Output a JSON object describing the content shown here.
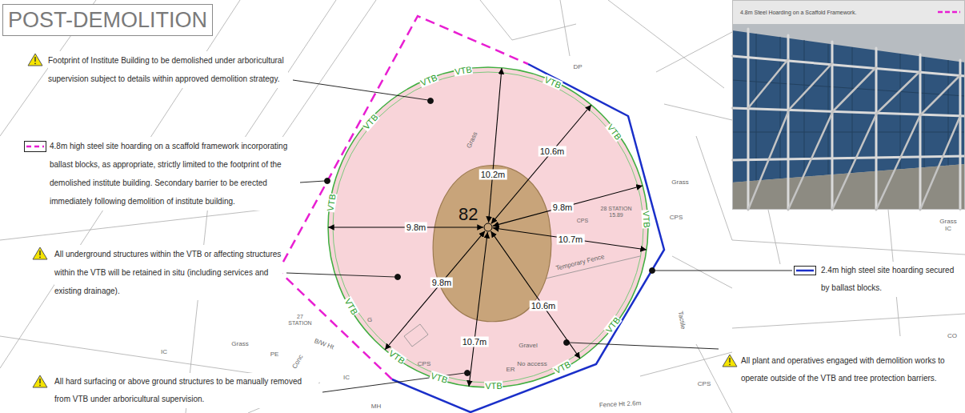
{
  "diagram": {
    "title": "POST-DEMOLITION",
    "nodes": [
      {
        "text": [
          "82"
        ]
      },
      {
        "text": [
          "4.8m Steel Hoarding on a Scaffold Framework."
        ]
      }
    ],
    "labels": [
      "Footprint of Institute Building to be demolished under arboricultural supervision subject to details within approved demolition strategy.",
      "All underground structures within the VTB or affecting structures within the VTB will be retained in situ (including services and existing drainage).",
      "All hard surfacing or above ground structures to be manually removed from VTB under arboricultural supervision.",
      "All plant and operatives engaged with demolition works to operate outside of the VTB and tree protection barriers.",
      "10.2m",
      "10.6m",
      "9.8m",
      "10.7m",
      "9.8m",
      "9.8m",
      "10.7m",
      "10.6m",
      "VTB",
      "VTB",
      "VTB",
      "VTB",
      "VTB",
      "VTB",
      "VTB",
      "VTB",
      "VTB",
      "VTB",
      "VTB",
      "VTB",
      "VTB",
      "DP",
      "Grass",
      "Grass",
      "CPS",
      "27 STATION",
      "28 STATION 15.89",
      "CPS",
      "Temporary Fence",
      "G",
      "IC",
      "ER",
      "Gravel",
      "No access",
      "CPS",
      "MH",
      "Grass",
      "Conc",
      "Tactile",
      "Fence Ht 2.6m",
      "CPS",
      "Grass IC",
      "IC",
      "PE",
      "B/W Ht",
      "CO"
    ],
    "legend": [
      {
        "text": "4.8m high steel site hoarding on a scaffold framework incorporating ballast blocks, as appropriate, strictly limited to the footprint of the demolished institute building. Secondary barrier to be erected immediately following demolition of institute building."
      },
      {
        "text": "2.4m high steel site hoarding secured by ballast blocks."
      }
    ]
  }
}
